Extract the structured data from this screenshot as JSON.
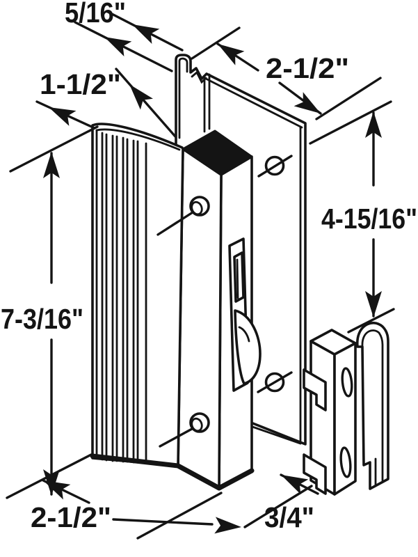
{
  "diagram": {
    "background_color": "#ffffff",
    "line_color": "#141414",
    "labels": {
      "dim_tab_width": "5/16\"",
      "dim_handle_projection": "1-1/2\"",
      "dim_plate_width": "2-1/2\"",
      "dim_plate_to_keeper": "4-15/16\"",
      "dim_overall_height": "7-3/16\"",
      "dim_base_width": "2-1/2\"",
      "dim_latch_depth": "3/4\""
    }
  }
}
